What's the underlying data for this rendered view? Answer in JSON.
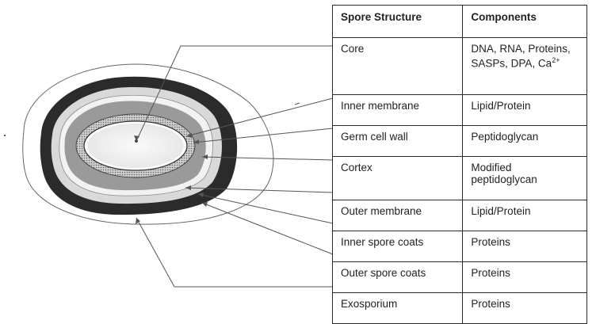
{
  "table": {
    "headers": [
      "Spore Structure",
      "Components"
    ],
    "rows": [
      {
        "structure": "Core",
        "components": "DNA, RNA, Proteins, SASPs, DPA, Ca",
        "superscript": "2+"
      },
      {
        "structure": "Inner membrane",
        "components": "Lipid/Protein"
      },
      {
        "structure": "Germ cell wall",
        "components": "Peptidoglycan"
      },
      {
        "structure": "Cortex",
        "components": "Modified peptidoglycan"
      },
      {
        "structure": "Outer membrane",
        "components": "Lipid/Protein"
      },
      {
        "structure": "Inner spore coats",
        "components": "Proteins"
      },
      {
        "structure": "Outer spore coats",
        "components": "Proteins"
      },
      {
        "structure": "Exosporium",
        "components": "Proteins"
      }
    ]
  },
  "colors": {
    "exosporium_fill": "#ffffff",
    "outer_coat": "#2b2b2b",
    "inner_coat": "#d9d9d9",
    "outer_membrane": "#f2f2f2",
    "cortex": "#9a9a9a",
    "germ_wall": "#bdbdbd",
    "core": "#f4f4f4",
    "line": "#555555"
  }
}
